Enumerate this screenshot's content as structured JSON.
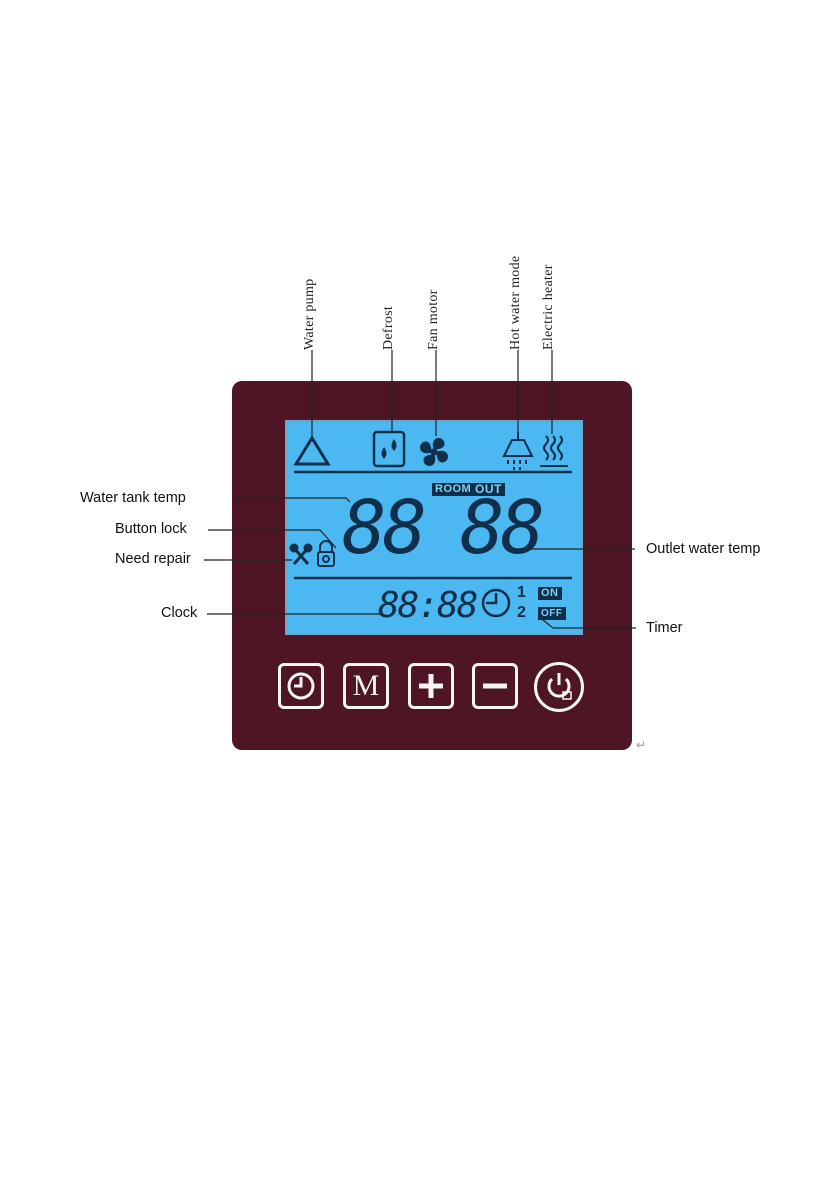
{
  "labels": {
    "water_pump": "Water  pump",
    "defrost": "Defrost",
    "fan_motor": "Fan motor",
    "hot_water_mode": "Hot water mode",
    "electric_heater": "Electric heater",
    "water_tank_temp": "Water tank temp",
    "button_lock": "Button lock",
    "need_repair": "Need repair",
    "clock": "Clock",
    "outlet_water_temp": "Outlet water temp",
    "timer": "Timer"
  },
  "lcd": {
    "room_tag": "ROOM",
    "out_tag": "OUT",
    "left_digits": "88",
    "right_digits": "88",
    "clock_digits": "88:88",
    "timer_1": "1",
    "timer_2": "2",
    "on_tag": "ON",
    "off_tag": "OFF"
  },
  "buttons": [
    {
      "name": "clock-button",
      "icon": "clock-icon"
    },
    {
      "name": "mode-button",
      "label": "M"
    },
    {
      "name": "plus-button",
      "icon": "plus-icon"
    },
    {
      "name": "minus-button",
      "icon": "minus-icon"
    },
    {
      "name": "power-button",
      "icon": "power-lock-icon"
    }
  ],
  "colors": {
    "panel": "#4e1624",
    "lcd": "#4bb8f2",
    "segment": "#0f2f4a"
  },
  "return_mark": "↵"
}
